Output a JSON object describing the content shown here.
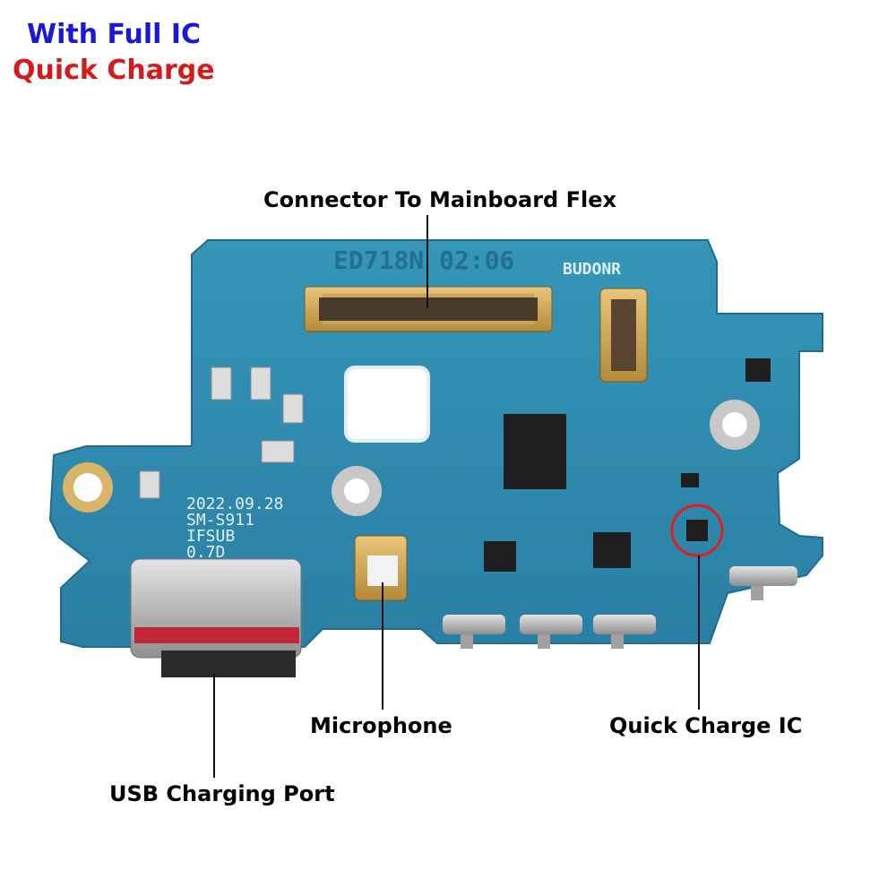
{
  "badges": {
    "line1": "With Full IC",
    "line1_color": "#1a1ad6",
    "line2": "Quick Charge",
    "line2_color": "#d61a1a"
  },
  "labels": {
    "connector": "Connector To Mainboard Flex",
    "microphone": "Microphone",
    "usb_port": "USB Charging Port",
    "quick_charge_ic": "Quick Charge IC"
  },
  "board": {
    "silkscreen_top": "ED718N 02:06",
    "silkscreen_right": "BUDONR",
    "date": "2022.09.28",
    "model": "SM-S911",
    "code": "IFSUB",
    "version": "0.7D",
    "color": "#2f8fb0",
    "highlight_color": "#e02020"
  }
}
